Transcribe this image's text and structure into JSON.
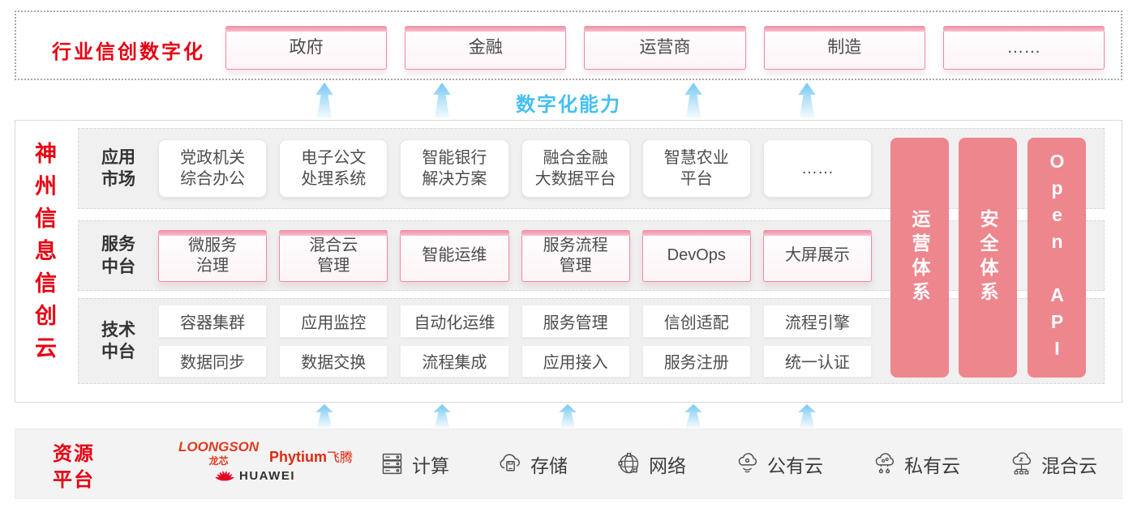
{
  "top_banner": {
    "title": "行业信创数字化",
    "industries": [
      "政府",
      "金融",
      "运营商",
      "制造",
      "……"
    ]
  },
  "capability_label": "数字化能力",
  "platform": {
    "title": "神州信息信创云",
    "app_row": {
      "label": "应用\n市场",
      "items": [
        "党政机关\n综合办公",
        "电子公文\n处理系统",
        "智能银行\n解决方案",
        "融合金融\n大数据平台",
        "智慧农业\n平台",
        "……"
      ]
    },
    "service_row": {
      "label": "服务\n中台",
      "items": [
        "微服务\n治理",
        "混合云\n管理",
        "智能运维",
        "服务流程\n管理",
        "DevOps",
        "大屏展示"
      ]
    },
    "tech_row": {
      "label": "技术\n中台",
      "top_items": [
        "容器集群",
        "应用监控",
        "自动化运维",
        "服务管理",
        "信创适配",
        "流程引擎"
      ],
      "bottom_items": [
        "数据同步",
        "数据交换",
        "流程集成",
        "应用接入",
        "服务注册",
        "统一认证"
      ]
    },
    "pillars": [
      "运营体系",
      "安全体系",
      "Open API"
    ]
  },
  "resources": {
    "label": "资源\n平台",
    "vendors": {
      "loongson": {
        "name": "LOONGSON",
        "sub": "龙芯"
      },
      "phytium": {
        "name": "Phytium",
        "sub": "飞腾"
      },
      "huawei": {
        "name": "HUAWEI"
      }
    },
    "items": [
      {
        "icon": "compute-icon",
        "label": "计算"
      },
      {
        "icon": "storage-icon",
        "label": "存储"
      },
      {
        "icon": "network-icon",
        "label": "网络"
      },
      {
        "icon": "public-cloud-icon",
        "label": "公有云"
      },
      {
        "icon": "private-cloud-icon",
        "label": "私有云"
      },
      {
        "icon": "hybrid-cloud-icon",
        "label": "混合云"
      }
    ]
  },
  "colors": {
    "accent_red": "#e60012",
    "pillar_pink": "#ee868d",
    "capability_blue": "#45bff2",
    "box_border_pink": "#ee8ba0",
    "row_bg": "#f0f0f0"
  }
}
